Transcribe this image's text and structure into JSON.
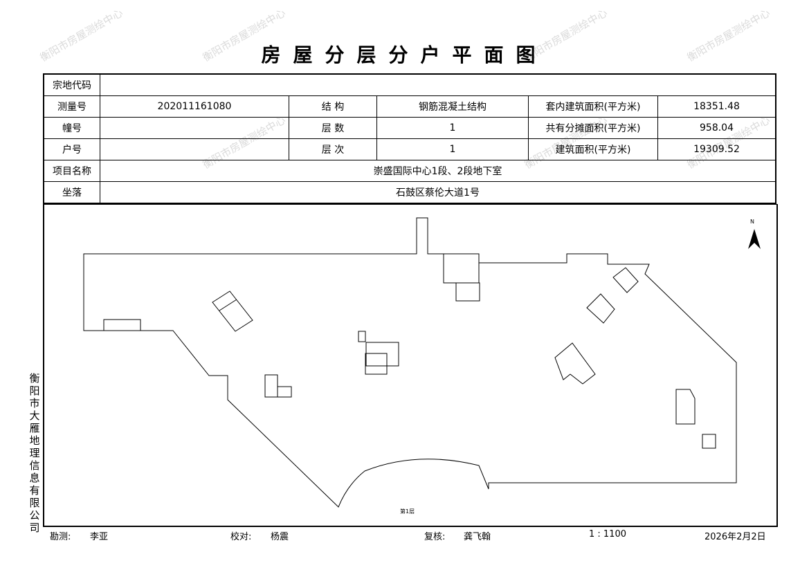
{
  "title": "房屋分层分户平面图",
  "watermark": "衡阳市房屋测绘中心",
  "table": {
    "land_code_label": "宗地代码",
    "land_code": "",
    "survey_no_label": "测量号",
    "survey_no": "202011161080",
    "structure_label": "结  构",
    "structure": "钢筋混凝土结构",
    "inner_area_label": "套内建筑面积(平方米)",
    "inner_area": "18351.48",
    "building_no_label": "幢号",
    "building_no": "",
    "floors_label": "层  数",
    "floors": "1",
    "shared_area_label": "共有分摊面积(平方米)",
    "shared_area": "958.04",
    "unit_no_label": "户号",
    "unit_no": "",
    "floor_level_label": "层  次",
    "floor_level": "1",
    "building_area_label": "建筑面积(平方米)",
    "building_area": "19309.52",
    "project_label": "项目名称",
    "project": "崇盛国际中心1段、2段地下室",
    "location_label": "坐落",
    "location": "石鼓区蔡伦大道1号"
  },
  "plan": {
    "north": "N",
    "floor_label": "第1层"
  },
  "side_company": "衡阳市大雁地理信息有限公司",
  "footer": {
    "surveyor_label": "勘测:",
    "surveyor": "李亚",
    "checker_label": "校对:",
    "checker": "杨震",
    "reviewer_label": "复核:",
    "reviewer": "龚飞翰",
    "scale": "1 : 1100",
    "date": "2026年2月2日"
  }
}
